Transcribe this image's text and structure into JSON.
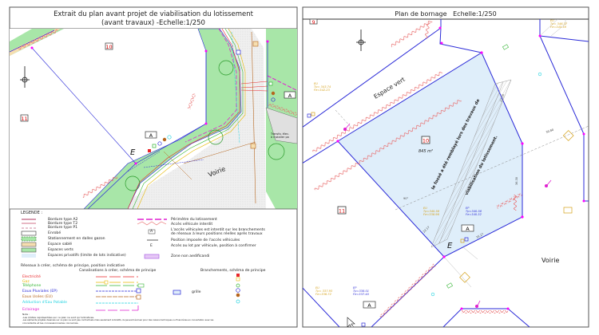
{
  "left_panel": {
    "title_line1": "Extrait du plan avant projet de viabilisation du lotissement",
    "title_line2": "(avant travaux) -Echelle:1/250",
    "labels": {
      "lot_10": "10",
      "lot_11": "11",
      "access_a_1": "A",
      "access_a_2": "A",
      "access_e": "E",
      "voirie": "Voirie",
      "transfo_1": "Transfo. élec.",
      "transfo_2": "à installer pa"
    },
    "legend": {
      "heading": "LEGENDE :",
      "items_left": [
        "Bordure type A2",
        "Bordure type T2",
        "Bordure type P1",
        "Enrobé",
        "Stationnement en dalles gazon",
        "Espace sablé",
        "Espaces verts",
        "Espaces privatifs (limite de lots indicative)"
      ],
      "items_right": [
        "Périmètre du lotissement",
        "Accès véhicule interdit",
        "L'accès véhicules est interdit sur les branchements",
        "de réseaux à leurs positions réelles après travaux",
        "Position imposée de l'accès véhicules",
        "Accès au lot par véhicule, position à confirmer",
        "Zone non aedificandi"
      ],
      "symbol_a": "A",
      "symbol_e": "E",
      "networks_heading": "Réseaux à créer, schéma de principe, position indicative",
      "pipes_heading": "Canalisations à créer, schéma de principe",
      "connections_heading": "Branchements, schéma de principe",
      "networks": [
        {
          "label": "Electricité",
          "color": "#e8262a"
        },
        {
          "label": "Gaz",
          "color": "#e6b800"
        },
        {
          "label": "Téléphone",
          "color": "#33b533"
        },
        {
          "label": "Eaux Pluviales (EP)",
          "color": "#2a2ad6"
        },
        {
          "label": "Eaux Usées (EU)",
          "color": "#b5651d"
        },
        {
          "label": "Adduction d'Eau Potable",
          "color": "#22d3e0"
        },
        {
          "label": "Eclairage",
          "color": "#e020d0"
        }
      ],
      "grille": "grille",
      "note_title": "Note :",
      "note_1": "-Les limites représentées sur ce plan ne sont qu'indicatives.",
      "note_2": "-Les éléments projetés dessinés sur ce plan ne sont pas contractuels mais seulement indicatifs, ils peuvent évoluer pour des raisons techniques ou financières en concertation avec les",
      "note_3": "concédants et les concessionnaires concernés."
    }
  },
  "right_panel": {
    "title": "Plan de bornage   Echelle:1/250",
    "labels": {
      "lot_9": "9",
      "lot_10": "10",
      "lot_11": "11",
      "area": "845 m²",
      "espace_vert": "Espace vert",
      "fosse_1": "le fossé a été remblayé lors des travaux de",
      "fosse_2": "viabilisation du lotissement.",
      "voirie": "Voirie",
      "access_a_1": "A",
      "access_a_2": "A",
      "access_e": "E",
      "angle": "90°",
      "dim_1": "30.80",
      "dim_2": "36.30",
      "dim_3": "22.16",
      "dim_4": "22.17",
      "dim_5": "16.27"
    },
    "levels": [
      {
        "type": "EU",
        "tp": "Tp= 346.37",
        "fe": "Fe=345.38",
        "color": "#d4a017"
      },
      {
        "type": "EU",
        "tp": "Tp= 343.74",
        "fe": "Fe=342.23",
        "color": "#d4a017"
      },
      {
        "type": "EU",
        "tp": "Tp=340.58",
        "fe": "Fe=338.96",
        "color": "#d4a017"
      },
      {
        "type": "EP",
        "tp": "Tp=340.58",
        "fe": "Fe=340.32",
        "color": "#2a2ad6"
      },
      {
        "type": "EU",
        "tp": "Tp= 337.93",
        "fe": "Fe=336.72",
        "color": "#d4a017"
      },
      {
        "type": "EP",
        "tp": "Tp=338.01",
        "fe": "Fe=337.40",
        "color": "#2a2ad6"
      }
    ]
  },
  "colors": {
    "boundary": "#2b2bd8",
    "lot_fill": "#dfeefa",
    "green_space": "#a8e6a8",
    "road": "#e8e8e8",
    "zigzag": "#e86a6a",
    "marker": "#ff00ff"
  }
}
